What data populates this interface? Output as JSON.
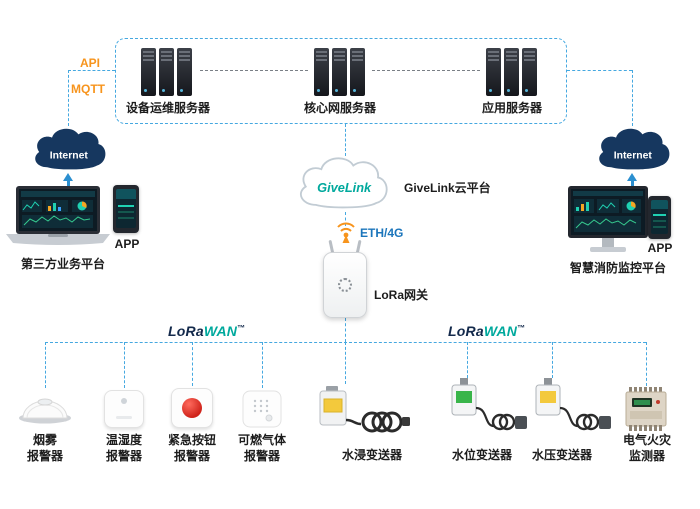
{
  "colors": {
    "line_blue": "#45a8e0",
    "accent_orange": "#f7941d",
    "cloud_navy": "#16375f",
    "brand_teal": "#00a99d"
  },
  "protocols": {
    "api": "API",
    "mqtt": "MQTT"
  },
  "servers": [
    {
      "label": "设备运维服务器"
    },
    {
      "label": "核心网服务器"
    },
    {
      "label": "应用服务器"
    }
  ],
  "internet_label": "Internet",
  "platforms": {
    "left": {
      "app": "APP",
      "caption": "第三方业务平台"
    },
    "right": {
      "app": "APP",
      "caption": "智慧消防监控平台"
    }
  },
  "givelink": {
    "brand": "GiveLink",
    "caption": "GiveLink云平台"
  },
  "gateway": {
    "link_label": "ETH/4G",
    "caption": "LoRa网关"
  },
  "lorawan": {
    "lora": "LoRa",
    "wan": "WAN",
    "tm": "™"
  },
  "devices": [
    {
      "label": "烟雾\n报警器"
    },
    {
      "label": "温湿度\n报警器"
    },
    {
      "label": "紧急按钮\n报警器"
    },
    {
      "label": "可燃气体\n报警器"
    },
    {
      "label": "水浸变送器"
    },
    {
      "label": "水位变送器"
    },
    {
      "label": "水压变送器"
    },
    {
      "label": "电气火灾\n监测器"
    }
  ]
}
